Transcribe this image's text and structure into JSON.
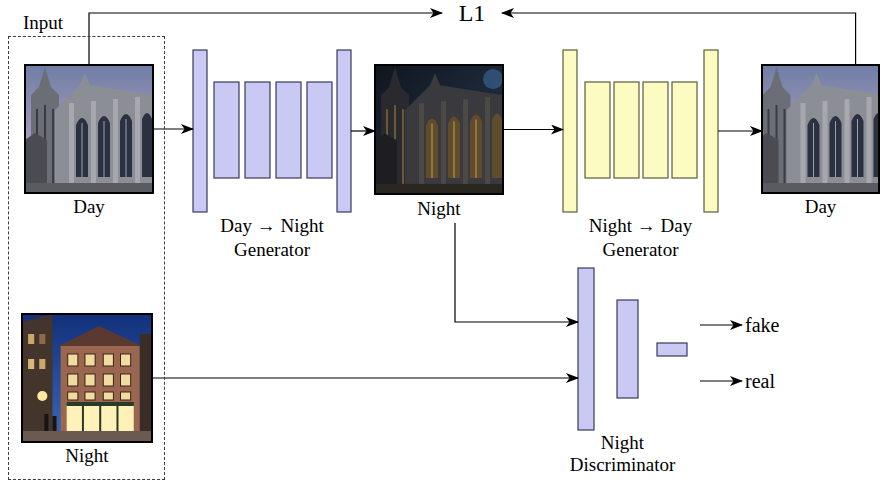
{
  "diagram": {
    "nodes": [
      {
        "text": [
          "L1"
        ]
      },
      {
        "text": [
          "Input"
        ]
      },
      {
        "text": [
          "Day"
        ],
        "in": 1
      },
      {
        "text": [
          "Night"
        ],
        "in": 1
      },
      {
        "text": [
          "Day → Night Generator"
        ]
      },
      {
        "text": [
          "Night"
        ]
      },
      {
        "text": [
          "Night → Day Generator"
        ]
      },
      {
        "text": [
          "Day"
        ]
      },
      {
        "text": [
          "Night Discriminator"
        ]
      },
      {
        "text": [
          "fake"
        ]
      },
      {
        "text": [
          "real"
        ]
      }
    ],
    "edges": [
      {
        "from": 2,
        "to": 0,
        "arrow": "to"
      },
      {
        "from": 7,
        "to": 0,
        "arrow": "to"
      },
      {
        "from": 2,
        "to": 4,
        "arrow": "to"
      },
      {
        "from": 4,
        "to": 5,
        "arrow": "to"
      },
      {
        "from": 5,
        "to": 6,
        "arrow": "to"
      },
      {
        "from": 6,
        "to": 7,
        "arrow": "to"
      },
      {
        "from": 5,
        "to": 8,
        "arrow": "to"
      },
      {
        "from": 3,
        "to": 8,
        "arrow": "to"
      },
      {
        "from": 8,
        "to": 9,
        "arrow": "to"
      },
      {
        "from": 8,
        "to": 10,
        "arrow": "to"
      }
    ]
  }
}
